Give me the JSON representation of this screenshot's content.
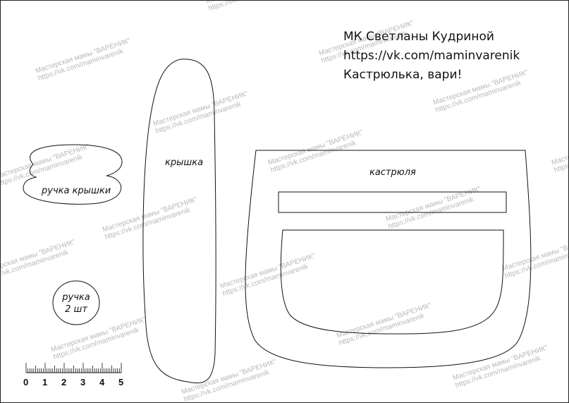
{
  "header": {
    "line1": "МК Светланы Кудриной",
    "line2": "https://vk.com/maminvarenik",
    "line3": "Кастрюлька, вари!"
  },
  "pieces": {
    "lid_handle": "ручка крышки",
    "lid": "крышка",
    "pot": "кастрюля",
    "handle_line1": "ручка",
    "handle_line2": "2 шт"
  },
  "watermark": {
    "line1": "Мастерская мамы \"ВАРЕНИК\"",
    "line2": "https://vk.com/maminvarenik"
  },
  "ruler": {
    "labels": [
      "0",
      "1",
      "2",
      "3",
      "4",
      "5"
    ],
    "units": 5
  }
}
